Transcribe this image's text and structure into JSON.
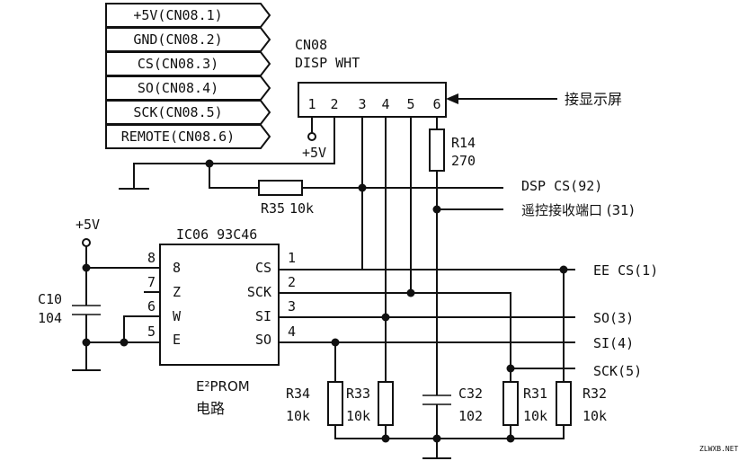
{
  "connector_tags": [
    "+5V(CN08.1)",
    "GND(CN08.2)",
    "CS(CN08.3)",
    "SO(CN08.4)",
    "SCK(CN08.5)",
    "REMOTE(CN08.6)"
  ],
  "connector": {
    "name": "CN08",
    "type": "DISP WHT",
    "pins": [
      "1",
      "2",
      "3",
      "4",
      "5",
      "6"
    ],
    "arrow_label": "接显示屏"
  },
  "supply_top": "+5V",
  "supply_left": "+5V",
  "r14": {
    "name": "R14",
    "value": "270"
  },
  "r35": {
    "name": "R35",
    "value": "10k"
  },
  "dsp_cs": "DSP CS(92)",
  "remote_port": "遥控接收端口 (31)",
  "ic": {
    "name": "IC06 93C46",
    "left_pins": [
      "8",
      "7",
      "6",
      "5"
    ],
    "left_labels": [
      "8",
      "Z",
      "W",
      "E"
    ],
    "right_pins": [
      "1",
      "2",
      "3",
      "4"
    ],
    "right_labels": [
      "CS",
      "SCK",
      "SI",
      "SO"
    ],
    "caption_line1": "E²PROM",
    "caption_line2": "电路"
  },
  "c10": {
    "name": "C10",
    "value": "104"
  },
  "signals": [
    "EE CS(1)",
    "SO(3)",
    "SI(4)",
    "SCK(5)"
  ],
  "resistors": [
    {
      "name": "R34",
      "value": "10k"
    },
    {
      "name": "R33",
      "value": "10k"
    },
    {
      "name": "R31",
      "value": "10k"
    },
    {
      "name": "R32",
      "value": "10k"
    }
  ],
  "c32": {
    "name": "C32",
    "value": "102"
  },
  "watermark": "ZLWXB.NET"
}
